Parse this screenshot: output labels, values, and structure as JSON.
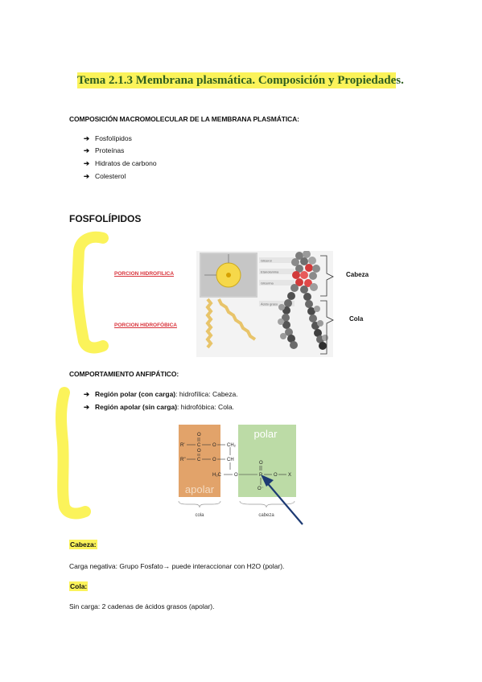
{
  "title": {
    "main": "Tema 2.1.3 Membrana plasmática. Composición y Propiedade",
    "tail": "s."
  },
  "composition": {
    "heading": "COMPOSICIÓN MACROMOLECULAR DE LA MEMBRANA PLASMÁTICA:",
    "arrow": "➔",
    "items": [
      "Fosfolípidos",
      "Proteínas",
      "Hidratos de carbono",
      "Colesterol"
    ]
  },
  "fosfolipidos": {
    "heading": "FOSFOLÍPIDOS",
    "label_hydrophilic": "PORCION HIDROFILICA",
    "label_hydrophobic": "PORCION HIDROFÓBICA",
    "label_head": "Cabeza",
    "label_tail": "Cola",
    "tiny_labels": [
      "Glicerol",
      "Etanolamina",
      "Glicerina",
      "Ácido graso"
    ]
  },
  "anfipatico": {
    "heading": "COMPORTAMIENTO ANFIPÁTICO:",
    "items": [
      {
        "bold": "Región polar (con carga)",
        "rest": ": hidrofílica: Cabeza."
      },
      {
        "bold": "Región apolar (sin carga)",
        "rest": ": hidrofóbica: Cola."
      }
    ],
    "diagram": {
      "polar": "polar",
      "apolar": "apolar",
      "cola": "cola",
      "cabeza": "cabeza",
      "atoms": {
        "r1": "R'",
        "c": "C",
        "o": "O",
        "ch2": "CH₂",
        "r2": "R''",
        "ch": "CH",
        "h2c": "H₂C",
        "p": "P",
        "x": "X",
        "ominus": "O⁻"
      }
    }
  },
  "cabeza": {
    "label": "Cabeza:",
    "text": "Carga negativa: Grupo Fosfato→ puede interaccionar con H2O (polar)."
  },
  "cola": {
    "label": "Cola:",
    "text": "Sin carga: 2 cadenas de ácidos grasos (apolar)."
  },
  "colors": {
    "highlight": "#fbf35a",
    "title_green": "#2e5e1f",
    "label_red": "#d8323a",
    "apolar_box": "#e2a36a",
    "polar_box": "#bcdba6",
    "arrow_navy": "#1d3a73"
  }
}
